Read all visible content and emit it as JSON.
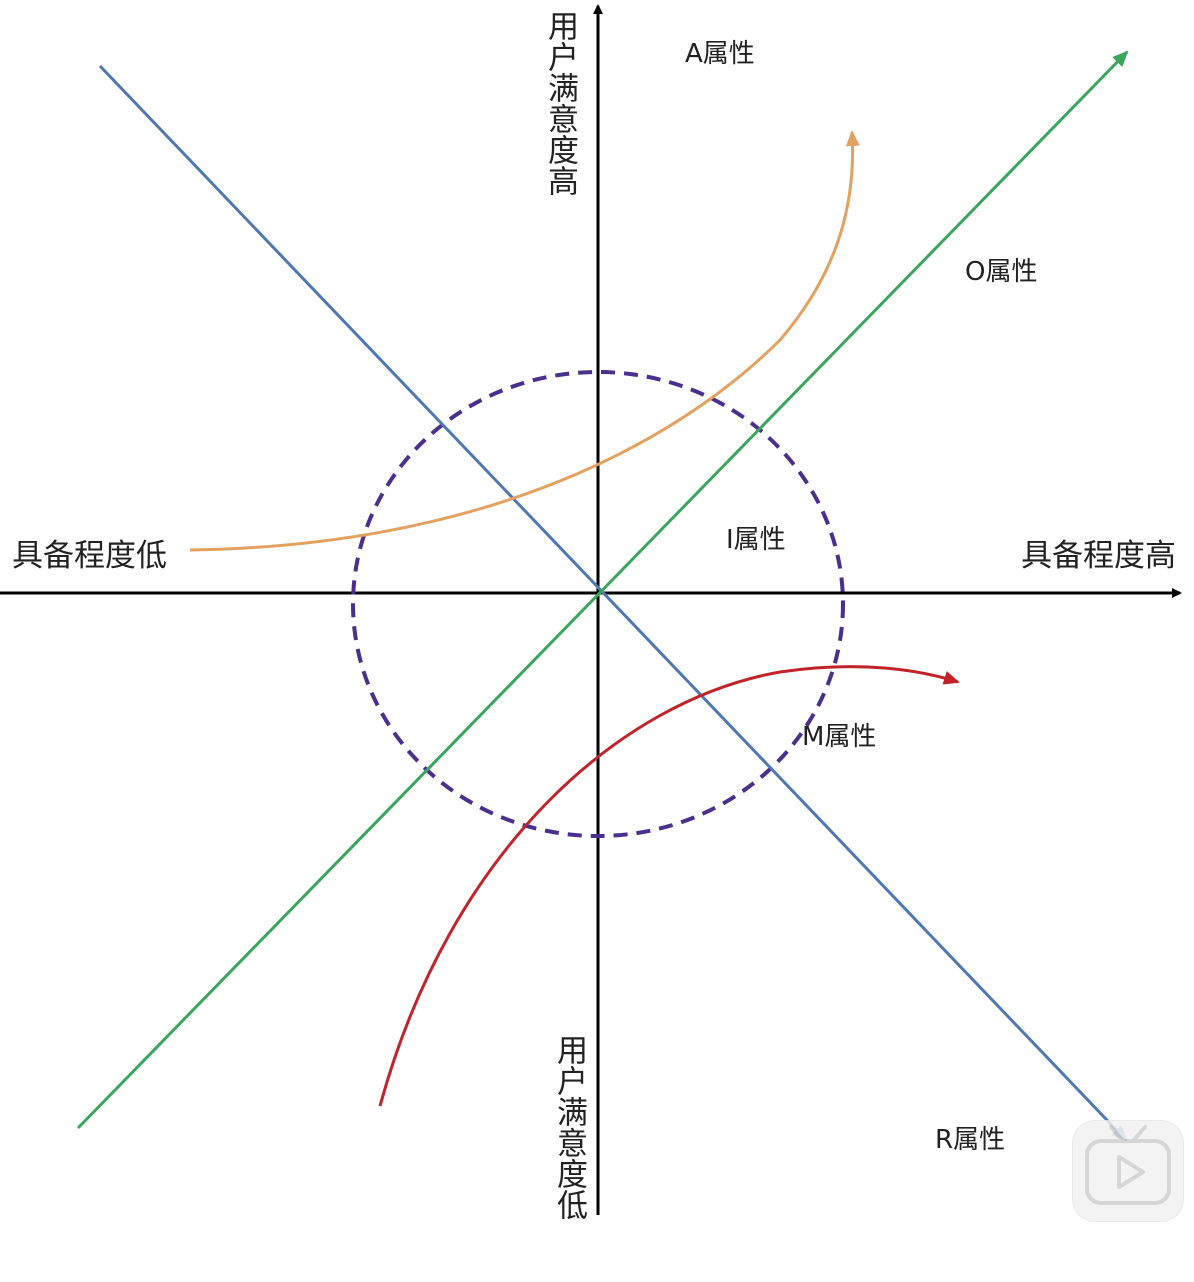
{
  "diagram": {
    "y_axis_top_label": "用户满意度高",
    "y_axis_bottom_label": "用户满意度低",
    "x_axis_left_label": "具备程度低",
    "x_axis_right_label": "具备程度高",
    "attributes": {
      "A": "A属性",
      "O": "O属性",
      "I": "I属性",
      "M": "M属性",
      "R": "R属性"
    },
    "colors": {
      "axis": "#000000",
      "A_curve": "#e3a160",
      "O_line": "#3aa55c",
      "R_line": "#4f78b3",
      "M_curve": "#c0242a",
      "I_circle": "#4a2f8c"
    },
    "watermark_icon": "video-play-icon"
  }
}
